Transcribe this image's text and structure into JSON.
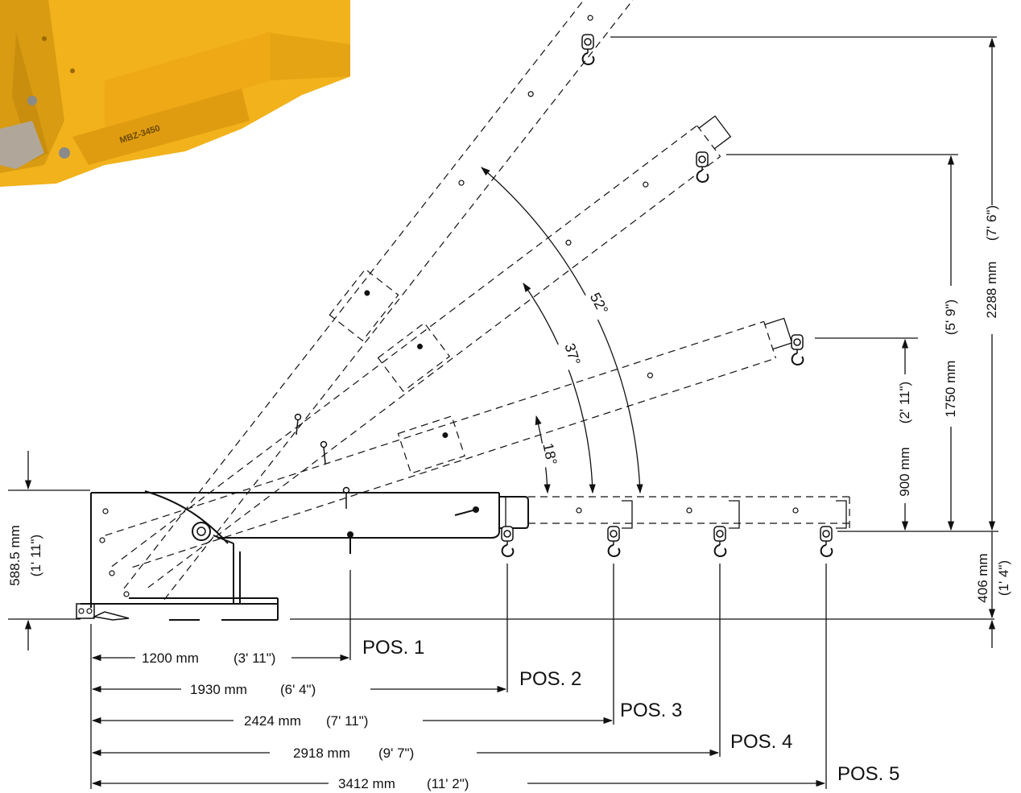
{
  "product_photo": {
    "model_label": "MBZ-3450",
    "color": "#F2B21B"
  },
  "angles": [
    {
      "id": "18",
      "label": "18°"
    },
    {
      "id": "37",
      "label": "37°"
    },
    {
      "id": "52",
      "label": "52°"
    }
  ],
  "heights": {
    "base_height": {
      "mm": "588.5 mm",
      "imperial": "(1' 11\")"
    },
    "pos5_hook": {
      "mm": "406 mm",
      "imperial": "(1' 4\")"
    },
    "angle_18": {
      "mm": "900 mm",
      "imperial": "(2' 11\")"
    },
    "angle_37": {
      "mm": "1750 mm",
      "imperial": "(5' 9\")"
    },
    "angle_52": {
      "mm": "2288 mm",
      "imperial": "(7' 6\")"
    }
  },
  "reach": [
    {
      "position": "POS. 1",
      "mm": "1200 mm",
      "imperial": "(3' 11\")"
    },
    {
      "position": "POS. 2",
      "mm": "1930 mm",
      "imperial": "(6' 4\")"
    },
    {
      "position": "POS. 3",
      "mm": "2424 mm",
      "imperial": "(7' 11\")"
    },
    {
      "position": "POS. 4",
      "mm": "2918 mm",
      "imperial": "(9' 7\")"
    },
    {
      "position": "POS. 5",
      "mm": "3412 mm",
      "imperial": "(11' 2\")"
    }
  ],
  "colors": {
    "line": "#111111",
    "photo_yellow": "#F2B21B",
    "photo_shadow": "#C98E0E"
  }
}
